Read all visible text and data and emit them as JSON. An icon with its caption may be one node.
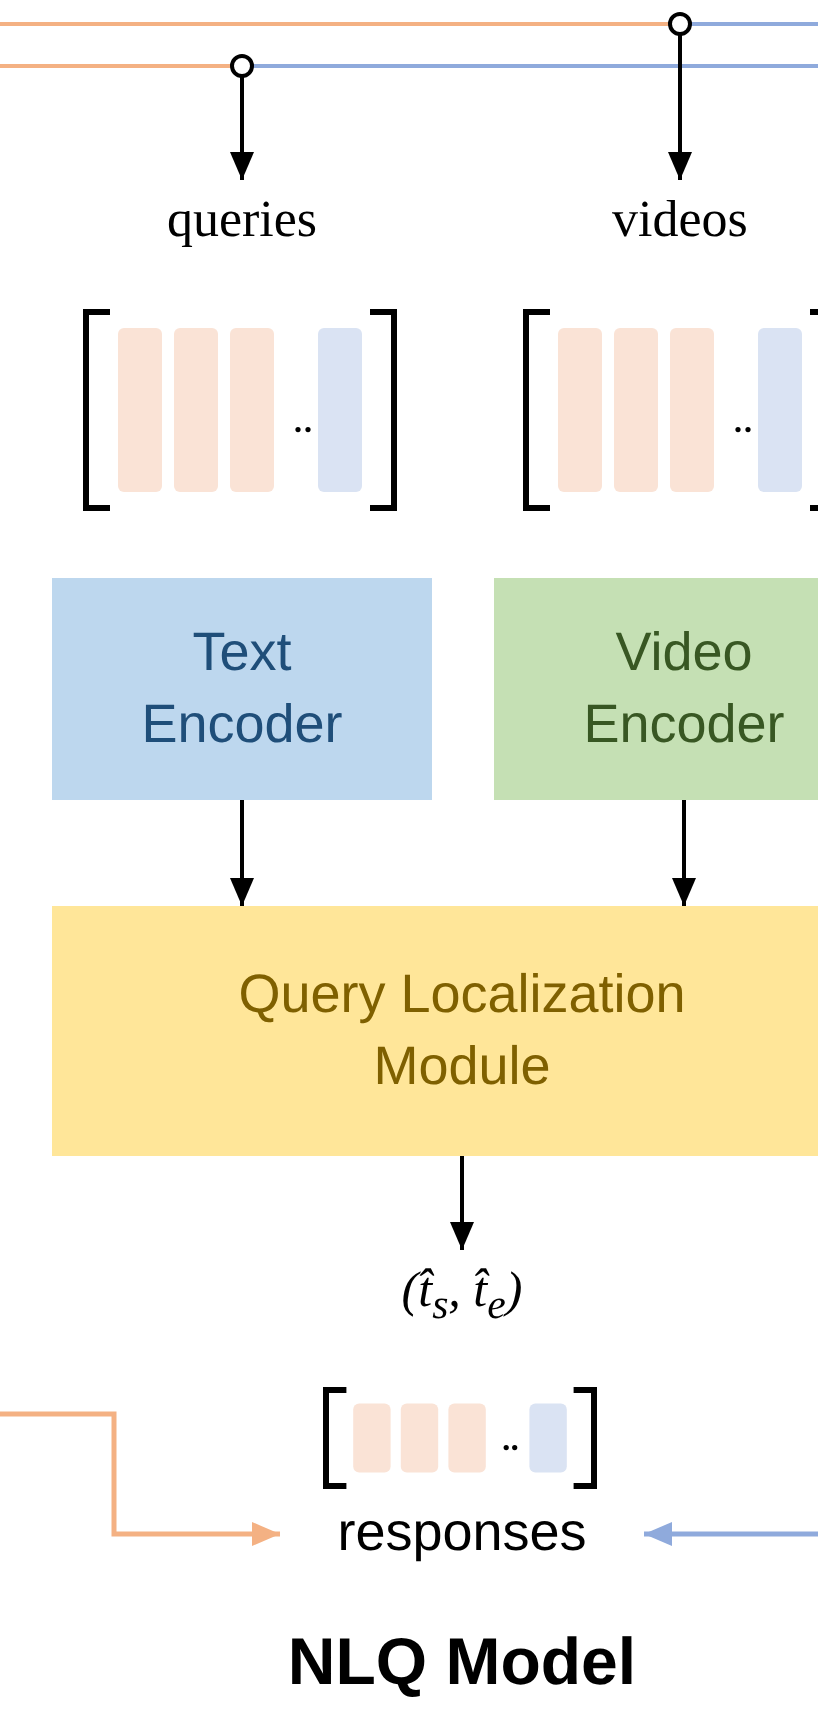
{
  "diagram": {
    "title": "NLQ Model",
    "nodes": [
      {
        "text": [
          "queries"
        ]
      },
      {
        "text": [
          "videos"
        ]
      },
      {
        "text": [
          "Text Encoder"
        ]
      },
      {
        "text": [
          "Video Encoder"
        ]
      },
      {
        "text": [
          "Query Localization Module"
        ]
      },
      {
        "text": [
          "(t̂$_{s}$, t̂$_{e}$)"
        ]
      },
      {
        "text": [
          "responses"
        ]
      }
    ],
    "edges": [
      {
        "from": null,
        "to": 0,
        "arrow": "to"
      },
      {
        "from": null,
        "to": 1,
        "arrow": "to"
      },
      {
        "from": 2,
        "to": 4,
        "arrow": "to"
      },
      {
        "from": 3,
        "to": 4,
        "arrow": "to"
      },
      {
        "from": 4,
        "to": 5,
        "arrow": "to"
      },
      {
        "from": null,
        "to": 6,
        "arrow": "to",
        "color": "#f4b183"
      },
      {
        "from": null,
        "to": 6,
        "arrow": "to",
        "color": "#8faadc"
      }
    ]
  }
}
